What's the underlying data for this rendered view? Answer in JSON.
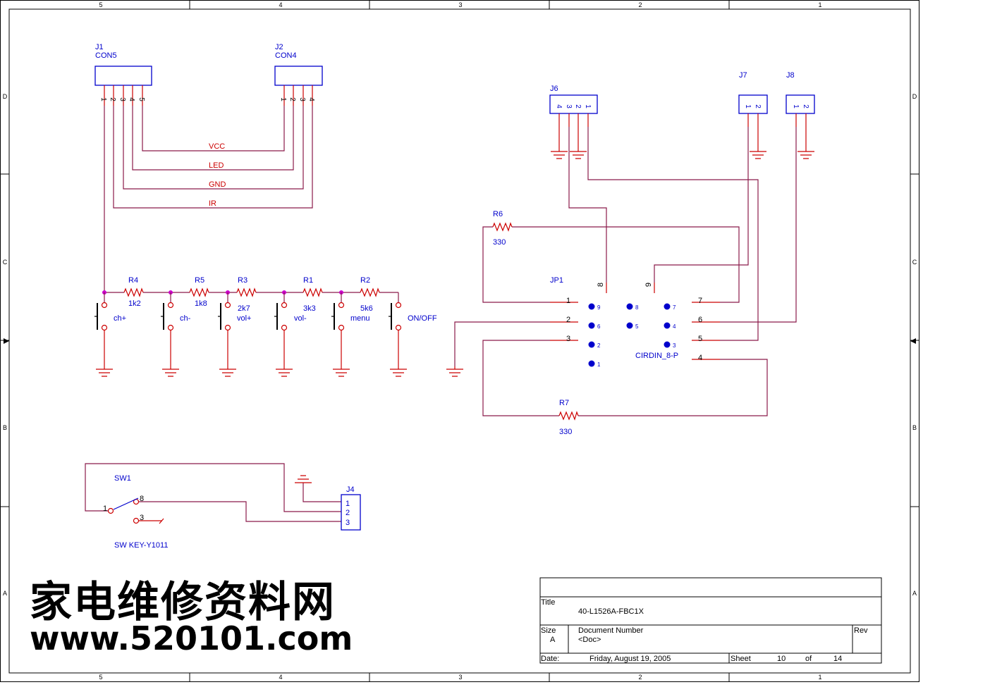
{
  "border": {
    "columns_top": [
      "5",
      "4",
      "3",
      "2",
      "1"
    ],
    "columns_bottom": [
      "5",
      "4",
      "3",
      "2",
      "1"
    ],
    "rows_left": [
      "D",
      "C",
      "B",
      "A"
    ],
    "rows_right": [
      "D",
      "C",
      "B",
      "A"
    ]
  },
  "connectors": {
    "j1": {
      "ref": "J1",
      "value": "CON5",
      "pins": [
        "1",
        "2",
        "3",
        "4",
        "5"
      ]
    },
    "j2": {
      "ref": "J2",
      "value": "CON4",
      "pins": [
        "1",
        "2",
        "3",
        "4"
      ]
    },
    "j6": {
      "ref": "J6",
      "pins": [
        "4",
        "3",
        "2",
        "1"
      ]
    },
    "j7": {
      "ref": "J7",
      "pins": [
        "1",
        "2"
      ]
    },
    "j8": {
      "ref": "J8",
      "pins": [
        "1",
        "2"
      ]
    },
    "j4": {
      "ref": "J4",
      "pins": [
        "1",
        "2",
        "3"
      ]
    }
  },
  "nets": {
    "vcc": "VCC",
    "led": "LED",
    "gnd": "GND",
    "ir": "IR"
  },
  "keypad": {
    "resistors": [
      {
        "ref": "R4",
        "value": "1k2"
      },
      {
        "ref": "R5",
        "value": "1k8"
      },
      {
        "ref": "R3",
        "value": "2k7"
      },
      {
        "ref": "R1",
        "value": "3k3"
      },
      {
        "ref": "R2",
        "value": "5k6"
      }
    ],
    "buttons": [
      "ch+",
      "ch-",
      "vol+",
      "vol-",
      "menu",
      "ON/OFF"
    ]
  },
  "r6": {
    "ref": "R6",
    "value": "330"
  },
  "r7": {
    "ref": "R7",
    "value": "330"
  },
  "jp1": {
    "ref": "JP1",
    "value": "CIRDIN_8-P",
    "pins": {
      "p1": "1",
      "p2": "2",
      "p3": "3",
      "p4": "4",
      "p5": "5",
      "p6": "6",
      "p7": "7",
      "p8": "8",
      "p9": "9"
    },
    "dot_labels": {
      "d9": "9",
      "d8": "8",
      "d7": "7",
      "d6": "6",
      "d5": "5",
      "d4": "4",
      "d2": "2",
      "d3": "3",
      "d1": "1"
    }
  },
  "sw1": {
    "ref": "SW1",
    "value": "SW KEY-Y1011",
    "pins": [
      "1",
      "8",
      "3"
    ]
  },
  "titleblock": {
    "title_label": "Title",
    "title": "40-L1526A-FBC1X",
    "size_label": "Size",
    "size": "A",
    "docnum_label": "Document Number",
    "docnum": "<Doc>",
    "rev_label": "Rev",
    "date_label": "Date:",
    "date": "Friday, August 19, 2005",
    "sheet_label": "Sheet",
    "sheet": "10",
    "of_label": "of",
    "sheets": "14"
  },
  "watermark": {
    "cn": "家电维修资料网",
    "url": "www.520101.com"
  },
  "colors": {
    "wire": "#8B1A4A",
    "part": "#CC0000",
    "symbol": "#0000CC",
    "ink": "#000000"
  }
}
